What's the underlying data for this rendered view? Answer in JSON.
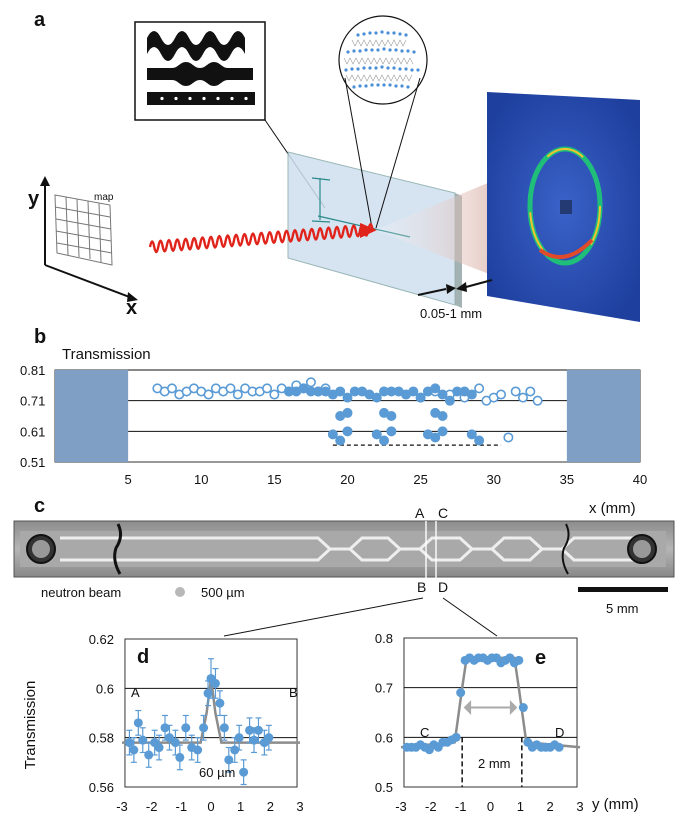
{
  "panels": {
    "a": {
      "label": "a",
      "axis_y": "y",
      "axis_x": "x",
      "map_label": "map",
      "thickness_label": "0.05-1 mm"
    },
    "b": {
      "label": "b",
      "y_title": "Transmission",
      "x_unit": "x (mm)",
      "y_ticks": [
        "0.81",
        "0.71",
        "0.61",
        "0.51"
      ],
      "x_ticks": [
        "5",
        "10",
        "15",
        "20",
        "25",
        "30",
        "35",
        "40"
      ]
    },
    "c": {
      "label": "c",
      "markers": [
        "A",
        "C",
        "B",
        "D"
      ],
      "beam_label": "neutron beam",
      "beam_size": "500 µm",
      "scale_label": "5 mm"
    },
    "d": {
      "label": "d",
      "y_ticks": [
        "0.62",
        "0.6",
        "0.58",
        "0.56"
      ],
      "x_ticks": [
        "-3",
        "-2",
        "-1",
        "0",
        "1",
        "2",
        "3"
      ],
      "left_marker": "A",
      "right_marker": "B",
      "width_label": "60 µm"
    },
    "e": {
      "label": "e",
      "y_ticks": [
        "0.8",
        "0.7",
        "0.6",
        "0.5"
      ],
      "x_ticks": [
        "-3",
        "-2",
        "-1",
        "0",
        "1",
        "2",
        "3"
      ],
      "left_marker": "C",
      "right_marker": "D",
      "width_label": "2 mm"
    },
    "shared": {
      "y_title": "Transmission",
      "x_unit": "y (mm)"
    }
  },
  "colors": {
    "marker_fill": "#5b9bd5",
    "band_fill": "#7f9fc4",
    "laser": "#e0241b",
    "fit_line": "#8c8c8c",
    "detector": "#2f5fc6"
  },
  "chart_data": [
    {
      "type": "scatter",
      "panel": "b",
      "ylabel": "Transmission",
      "xlabel": "x (mm)",
      "xlim": [
        0,
        40
      ],
      "ylim": [
        0.51,
        0.81
      ],
      "shaded_regions_x": [
        [
          0,
          5
        ],
        [
          35,
          40
        ]
      ],
      "series": [
        {
          "marker": "open",
          "x": [
            7,
            7.5,
            8,
            8.5,
            9,
            9.5,
            10,
            10.5,
            11,
            11.5,
            12,
            12.5,
            13,
            13.5,
            14,
            14.5,
            15,
            15.5,
            16,
            16.5,
            17,
            17.5,
            18,
            18.5,
            25,
            26,
            27,
            28,
            29,
            29.5,
            30,
            30.5,
            31,
            31.5,
            32,
            32.5,
            33
          ],
          "y": [
            0.75,
            0.74,
            0.75,
            0.73,
            0.74,
            0.75,
            0.74,
            0.73,
            0.75,
            0.74,
            0.75,
            0.73,
            0.75,
            0.74,
            0.74,
            0.75,
            0.73,
            0.75,
            0.74,
            0.76,
            0.75,
            0.77,
            0.74,
            0.75,
            0.72,
            0.74,
            0.73,
            0.72,
            0.75,
            0.71,
            0.72,
            0.73,
            0.59,
            0.74,
            0.72,
            0.74,
            0.71
          ]
        },
        {
          "marker": "filled",
          "x": [
            16,
            16.5,
            17,
            17.5,
            18,
            18.5,
            19,
            19.5,
            20,
            20.5,
            21,
            21.5,
            22,
            22.5,
            23,
            23.5,
            24,
            24.5,
            25,
            25.5,
            26,
            26.5,
            27,
            27.5,
            28,
            28.5,
            19.5,
            20,
            22.5,
            23,
            26,
            26.5,
            19,
            19.5,
            20,
            22,
            22.5,
            23,
            25.5,
            26,
            26.5,
            28.5,
            29
          ],
          "y": [
            0.74,
            0.74,
            0.75,
            0.74,
            0.74,
            0.74,
            0.73,
            0.74,
            0.72,
            0.74,
            0.74,
            0.73,
            0.72,
            0.74,
            0.74,
            0.74,
            0.73,
            0.74,
            0.72,
            0.74,
            0.75,
            0.73,
            0.71,
            0.74,
            0.74,
            0.73,
            0.66,
            0.67,
            0.67,
            0.66,
            0.67,
            0.66,
            0.6,
            0.58,
            0.61,
            0.6,
            0.58,
            0.61,
            0.6,
            0.59,
            0.61,
            0.6,
            0.58
          ]
        }
      ]
    },
    {
      "type": "scatter",
      "panel": "d",
      "ylabel": "Transmission",
      "xlabel": "y (mm)",
      "xlim": [
        -3,
        3
      ],
      "ylim": [
        0.56,
        0.62
      ],
      "series": [
        {
          "name": "",
          "x": [
            -2.75,
            -2.6,
            -2.45,
            -2.3,
            -2.1,
            -1.9,
            -1.75,
            -1.55,
            -1.4,
            -1.2,
            -1.05,
            -0.85,
            -0.65,
            -0.45,
            -0.25,
            -0.1,
            0.0,
            0.15,
            0.3,
            0.45,
            0.6,
            0.8,
            0.95,
            1.1,
            1.3,
            1.45,
            1.6,
            1.8,
            1.95
          ],
          "y": [
            0.578,
            0.575,
            0.586,
            0.579,
            0.573,
            0.578,
            0.576,
            0.584,
            0.58,
            0.578,
            0.572,
            0.584,
            0.576,
            0.575,
            0.584,
            0.598,
            0.604,
            0.602,
            0.594,
            0.584,
            0.571,
            0.575,
            0.58,
            0.566,
            0.583,
            0.579,
            0.583,
            0.578,
            0.58
          ],
          "error": [
            0.005,
            0.005,
            0.005,
            0.005,
            0.005,
            0.005,
            0.005,
            0.005,
            0.005,
            0.005,
            0.005,
            0.005,
            0.005,
            0.005,
            0.005,
            0.005,
            0.008,
            0.006,
            0.005,
            0.005,
            0.005,
            0.005,
            0.005,
            0.005,
            0.005,
            0.005,
            0.005,
            0.005,
            0.005
          ]
        }
      ],
      "fit": {
        "x": [
          -3,
          -0.35,
          -0.15,
          0,
          0.15,
          0.35,
          3
        ],
        "y": [
          0.578,
          0.578,
          0.59,
          0.604,
          0.59,
          0.578,
          0.578
        ]
      }
    },
    {
      "type": "scatter",
      "panel": "e",
      "ylabel": "Transmission",
      "xlabel": "y (mm)",
      "xlim": [
        -3,
        3
      ],
      "ylim": [
        0.5,
        0.8
      ],
      "series": [
        {
          "name": "",
          "x": [
            -2.8,
            -2.65,
            -2.5,
            -2.35,
            -2.2,
            -2.05,
            -1.9,
            -1.75,
            -1.6,
            -1.45,
            -1.3,
            -1.15,
            -1.0,
            -0.85,
            -0.7,
            -0.55,
            -0.4,
            -0.25,
            -0.1,
            0.05,
            0.2,
            0.35,
            0.5,
            0.65,
            0.8,
            0.95,
            1.1,
            1.25,
            1.4,
            1.55,
            1.7,
            1.85,
            2.0,
            2.15,
            2.3
          ],
          "y": [
            0.58,
            0.58,
            0.58,
            0.585,
            0.58,
            0.575,
            0.585,
            0.58,
            0.59,
            0.59,
            0.595,
            0.6,
            0.69,
            0.755,
            0.76,
            0.755,
            0.76,
            0.76,
            0.755,
            0.76,
            0.76,
            0.75,
            0.755,
            0.76,
            0.75,
            0.755,
            0.66,
            0.59,
            0.58,
            0.585,
            0.58,
            0.58,
            0.58,
            0.585,
            0.58
          ]
        }
      ],
      "fit": {
        "x": [
          -3,
          -1.2,
          -0.95,
          -0.8,
          0.8,
          0.95,
          1.2,
          3
        ],
        "y": [
          0.58,
          0.59,
          0.7,
          0.76,
          0.76,
          0.7,
          0.59,
          0.58
        ]
      }
    }
  ]
}
